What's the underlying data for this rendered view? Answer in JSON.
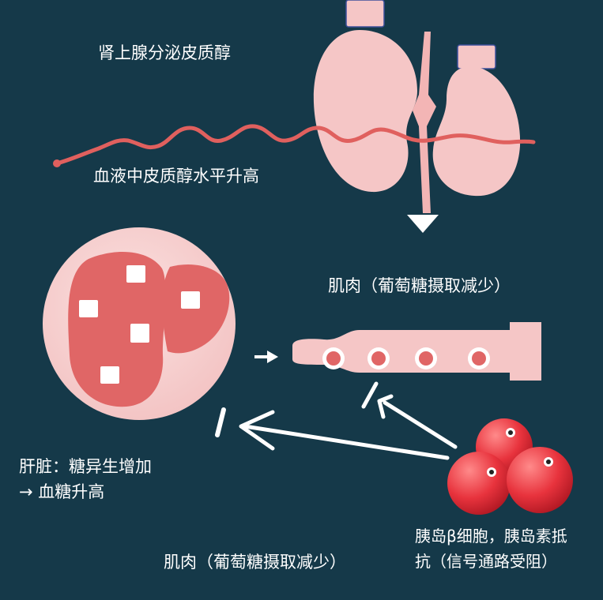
{
  "labels": {
    "adrenal": "肾上腺分泌皮质醇",
    "blood": "血液中皮质醇水平升高",
    "muscle_top": "肌肉（葡萄糖摄取减少）",
    "liver_line1": "肝脏：糖异生增加",
    "liver_line2": "→ 血糖升高",
    "muscle_bottom": "肌肉（葡萄糖摄取减少）",
    "beta_line1": "胰岛β细胞，胰岛素抵",
    "beta_line2": "抗（信号通路受阻）"
  },
  "colors": {
    "background": "#153949",
    "organ_pink": "#f5c6c6",
    "tissue_red": "#e06666",
    "wave_red": "#e0605e",
    "cell_red": "#e8333d",
    "arrow_white": "#ffffff"
  }
}
